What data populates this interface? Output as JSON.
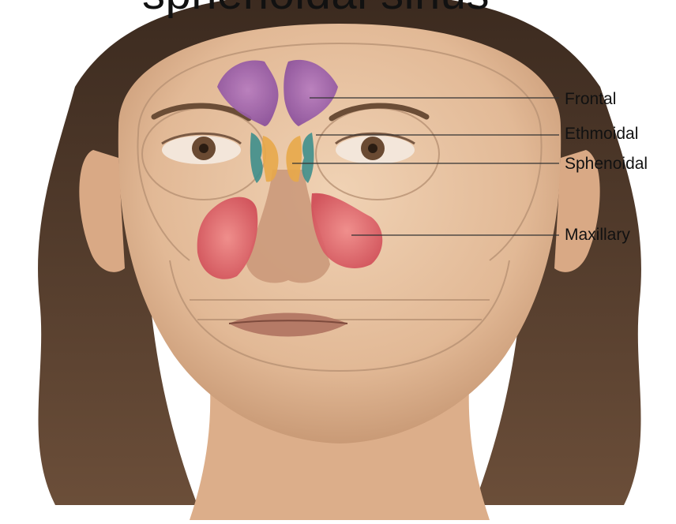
{
  "title": "sphenoidal sinus",
  "labels": {
    "frontal": "Frontal",
    "ethmoidal": "Ethmoidal",
    "sphenoidal": "Sphenoidal",
    "maxillary": "Maxillary"
  },
  "colors": {
    "frontal": "#9b5fa8",
    "ethmoidal": "#3f8f8c",
    "sphenoidal": "#e8a94a",
    "maxillary": "#d95a5f",
    "skin": "#e7c3a2",
    "hair": "#4a3426"
  }
}
